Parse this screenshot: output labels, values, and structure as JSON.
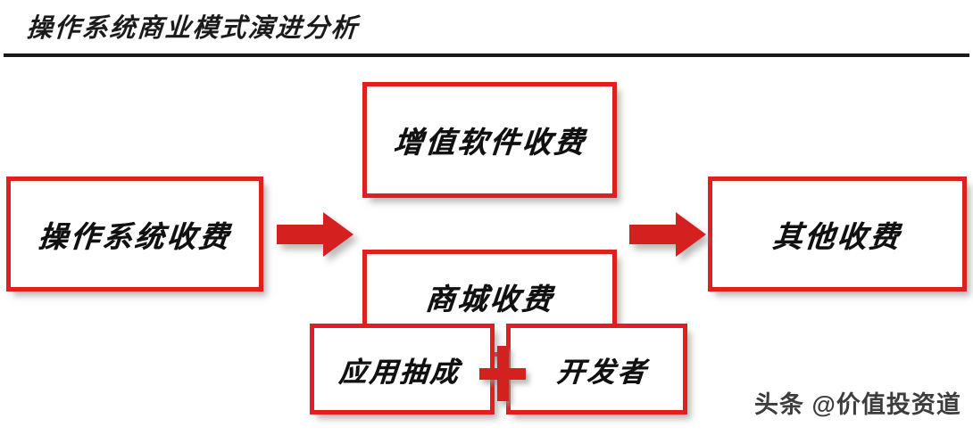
{
  "header": {
    "title": "操作系统商业模式演进分析"
  },
  "diagram": {
    "nodes": [
      {
        "id": "os",
        "label": "操作系统收费"
      },
      {
        "id": "value",
        "label": "增值软件收费"
      },
      {
        "id": "mall",
        "label": "商城收费"
      },
      {
        "id": "appcut",
        "label": "应用抽成"
      },
      {
        "id": "dev",
        "label": "开发者"
      },
      {
        "id": "other",
        "label": "其他收费"
      }
    ],
    "connectors": [
      {
        "id": "arrow-1",
        "kind": "right-arrow-icon",
        "from": "os",
        "to": "value"
      },
      {
        "id": "arrow-2",
        "kind": "right-arrow-icon",
        "from": "mall",
        "to": "other"
      },
      {
        "id": "plus-1",
        "kind": "plus-icon",
        "from": "appcut",
        "to": "dev"
      }
    ],
    "colors": {
      "box_border": "#e01f1f",
      "box_fill": "#ffffff",
      "arrow": "#d4201f",
      "plus": "#d4201f",
      "title_text": "#1b1b1b",
      "rule": "#1a1a1a"
    }
  },
  "watermark": {
    "text": "头条 @价值投资道"
  }
}
